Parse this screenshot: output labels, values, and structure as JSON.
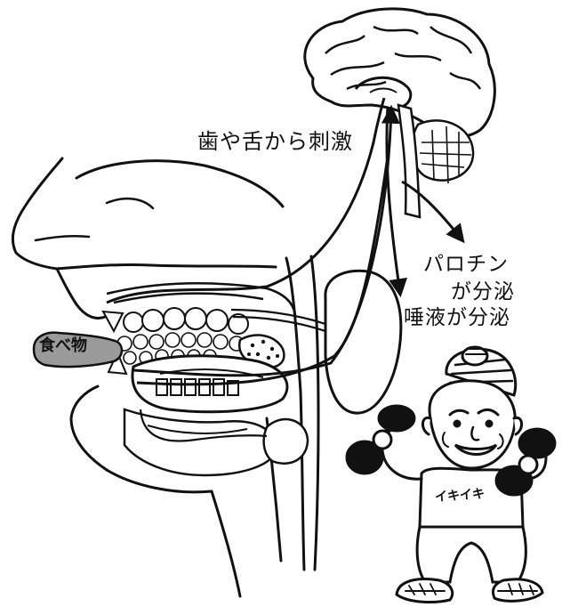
{
  "labels": {
    "stimulus": "歯や舌から刺激",
    "parotin_line1": "パロチン",
    "parotin_line2": "が分泌",
    "saliva": "唾液が分泌",
    "food": "食べ物",
    "shirt": "イキイキ"
  },
  "colors": {
    "ink": "#111111",
    "paper": "#ffffff",
    "food_fill": "#9a9a9a"
  }
}
